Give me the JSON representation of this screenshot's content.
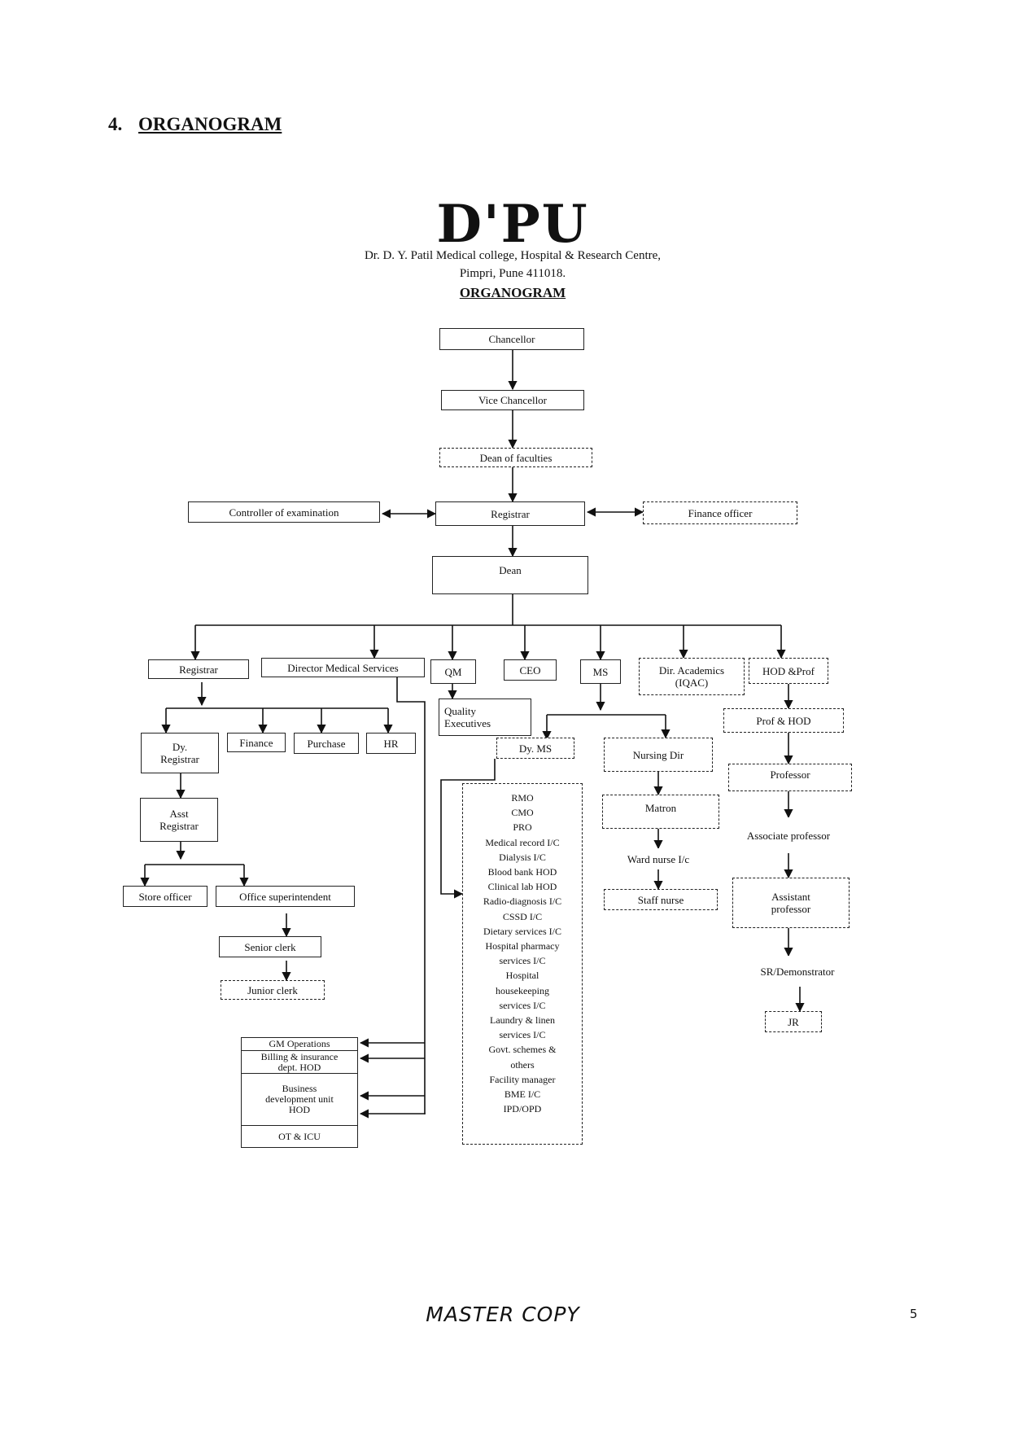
{
  "section": {
    "number": "4.",
    "title": "ORGANOGRAM"
  },
  "header": {
    "logo": "D'PU",
    "institution": "Dr. D. Y. Patil Medical college, Hospital & Research Centre,",
    "address": "Pimpri, Pune 411018.",
    "title": "ORGANOGRAM"
  },
  "nodes": {
    "chancellor": "Chancellor",
    "vice_chancellor": "Vice Chancellor",
    "dean_faculties": "Dean of faculties",
    "controller": "Controller of examination",
    "registrar_top": "Registrar",
    "finance_officer": "Finance officer",
    "dean": "Dean",
    "registrar": "Registrar",
    "director_medical": "Director Medical Services",
    "qm": "QM",
    "ceo": "CEO",
    "ms": "MS",
    "dir_academics": "Dir. Academics\n(IQAC)",
    "hod_prof": "HOD &Prof",
    "quality_exec": "Quality\nExecutives",
    "dy_registrar": "Dy.\nRegistrar",
    "finance": "Finance",
    "purchase": "Purchase",
    "hr": "HR",
    "asst_registrar": "Asst\nRegistrar",
    "store_officer": "Store officer",
    "office_supt": "Office superintendent",
    "senior_clerk": "Senior clerk",
    "junior_clerk": "Junior clerk",
    "dy_ms": "Dy. MS",
    "nursing_dir": "Nursing Dir",
    "matron": "Matron",
    "ward_nurse": "Ward nurse I/c",
    "staff_nurse": "Staff nurse",
    "prof_hod": "Prof & HOD",
    "professor": "Professor",
    "assoc_prof": "Associate professor",
    "asst_prof": "Assistant\nprofessor",
    "sr": "SR/Demonstrator",
    "jr": "JR"
  },
  "services_list": "RMO\nCMO\nPRO\nMedical record I/C\nDialysis I/C\nBlood bank HOD\nClinical lab HOD\nRadio-diagnosis I/C\nCSSD I/C\nDietary services I/C\nHospital pharmacy\nservices I/C\nHospital\nhousekeeping\nservices I/C\nLaundry & linen\nservices I/C\nGovt. schemes &\nothers\nFacility manager\nBME I/C\nIPD/OPD",
  "operations_stack": [
    "GM Operations",
    "Billing & insurance\ndept. HOD",
    "Business\ndevelopment unit\nHOD",
    "OT & ICU"
  ],
  "footer": {
    "stamp": "MASTER COPY",
    "page": "5"
  }
}
